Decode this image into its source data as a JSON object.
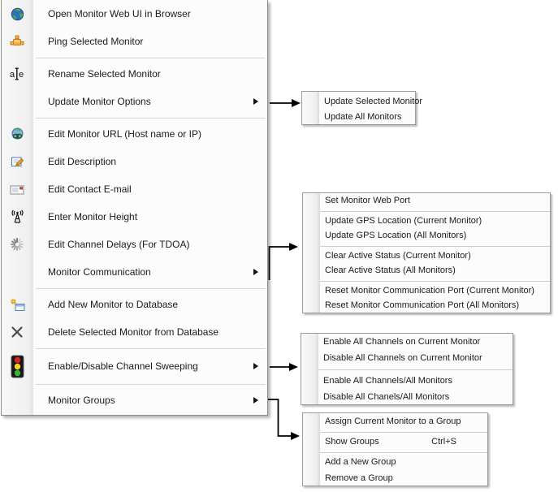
{
  "menu": {
    "items": [
      {
        "icon": "globe-icon",
        "label": "Open Monitor Web UI in Browser",
        "has_submenu": false
      },
      {
        "icon": "ping-network-icon",
        "label": "Ping Selected Monitor",
        "has_submenu": false
      },
      {
        "icon": "rename-text-icon",
        "label": "Rename Selected Monitor",
        "has_submenu": false
      },
      {
        "icon": "",
        "label": "Update Monitor Options",
        "has_submenu": true
      },
      {
        "icon": "globe-link-icon",
        "label": "Edit Monitor URL (Host name or IP)",
        "has_submenu": false
      },
      {
        "icon": "edit-pencil-icon",
        "label": "Edit Description",
        "has_submenu": false
      },
      {
        "icon": "envelope-icon",
        "label": "Edit Contact E-mail",
        "has_submenu": false
      },
      {
        "icon": "antenna-icon",
        "label": "Enter Monitor Height",
        "has_submenu": false
      },
      {
        "icon": "spinner-icon",
        "label": "Edit Channel Delays (For TDOA)",
        "has_submenu": false
      },
      {
        "icon": "",
        "label": "Monitor Communication",
        "has_submenu": true
      },
      {
        "icon": "add-window-icon",
        "label": "Add New Monitor to Database",
        "has_submenu": false
      },
      {
        "icon": "delete-x-icon",
        "label": "Delete Selected Monitor from Database",
        "has_submenu": false
      },
      {
        "icon": "traffic-light-icon",
        "label": "Enable/Disable Channel Sweeping",
        "has_submenu": true
      },
      {
        "icon": "",
        "label": "Monitor Groups",
        "has_submenu": true
      }
    ]
  },
  "submenus": {
    "update_monitor_options": {
      "items": [
        {
          "label": "Update Selected Monitor"
        },
        {
          "label": "Update All Monitors"
        }
      ]
    },
    "monitor_communication": {
      "items": [
        {
          "label": "Set Monitor Web Port"
        },
        {
          "label": "Update GPS Location (Current Monitor)"
        },
        {
          "label": "Update GPS Location (All Monitors)"
        },
        {
          "label": "Clear Active Status (Current Monitor)"
        },
        {
          "label": "Clear Active Status (All Monitors)"
        },
        {
          "label": "Reset Monitor Communication Port (Current Monitor)"
        },
        {
          "label": "Reset Monitor Communication Port (All Monitors)"
        }
      ]
    },
    "channel_sweeping": {
      "items": [
        {
          "label": "Enable All Channels on Current Monitor"
        },
        {
          "label": "Disable All Channels on Current Monitor"
        },
        {
          "label": "Enable All Channels/All Monitors"
        },
        {
          "label": "Disable All Chanels/All Monitors"
        }
      ]
    },
    "monitor_groups": {
      "items": [
        {
          "label": "Assign Current Monitor to a Group"
        },
        {
          "label": "Show Groups",
          "shortcut": "Ctrl+S"
        },
        {
          "label": "Add a New Group"
        },
        {
          "label": "Remove a Group"
        }
      ]
    }
  },
  "colors": {
    "menu_border": "#8c8c8c",
    "separator": "#d5d5d5",
    "text": "#1a1a1a",
    "connector": "#000000",
    "traffic_red": "#dd2222",
    "traffic_yellow": "#f2d21f",
    "traffic_green": "#2db82d",
    "ping_orange": "#efa733",
    "globe_blue": "#2f6fc2",
    "globe_green": "#4ca64c",
    "pencil_orange": "#efa030",
    "plus_gold": "#f0c23c"
  }
}
